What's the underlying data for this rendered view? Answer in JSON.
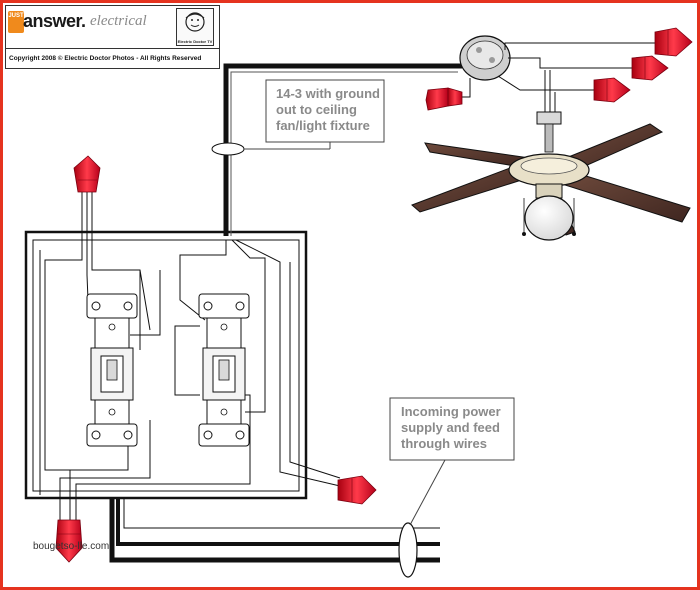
{
  "brand": {
    "just_badge": "JUST",
    "answer": "answer.",
    "electrical": "electrical",
    "logo_caption": "Electric Doctor TV",
    "copyright": "Copyright 2008 © Electric Doctor Photos - All Rights Reserved"
  },
  "labels": {
    "ceiling_cable": {
      "line1": "14-3 with ground",
      "line2": "out to ceiling",
      "line3": "fan/light fixture"
    },
    "incoming": {
      "line1": "Incoming power",
      "line2": "supply and feed",
      "line3": "through wires"
    }
  },
  "watermark": "bougetso-lle.com",
  "colors": {
    "wire_nut": "#e8192c",
    "wire": "#111111",
    "frame": "#e5331f",
    "label_text": "#8a8a8a",
    "fan_blade": "#5a3b30"
  }
}
